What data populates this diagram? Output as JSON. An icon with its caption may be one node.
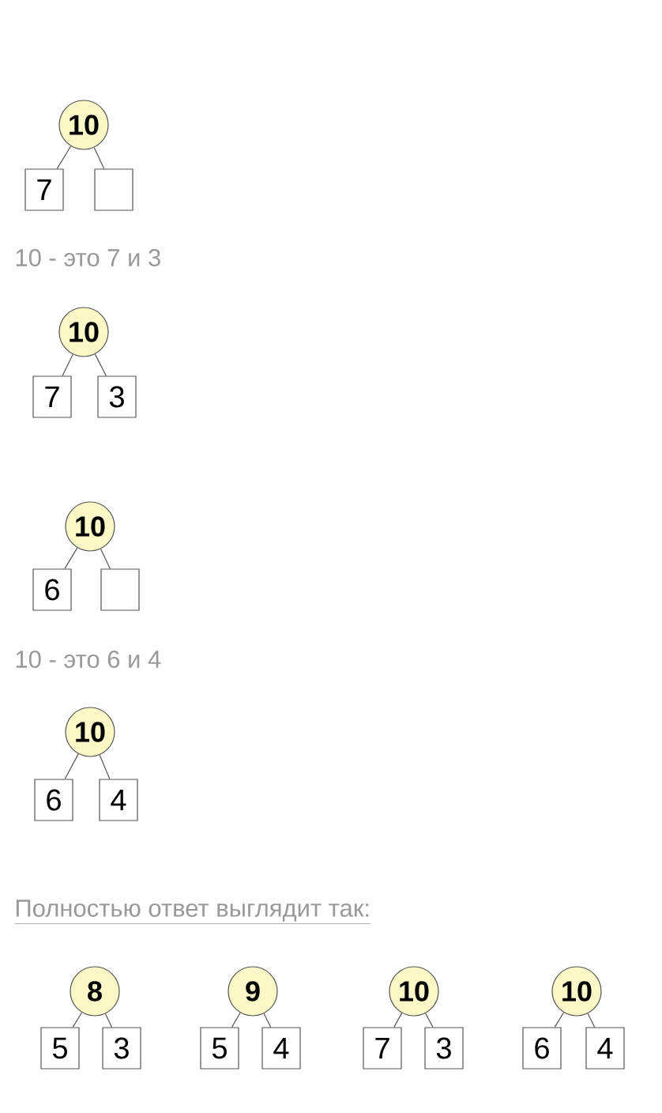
{
  "diagram": {
    "nodes": [
      {
        "text": [
          "10"
        ]
      },
      {
        "text": [
          "7"
        ]
      },
      {
        "text": [],
        "shape": "box"
      },
      {
        "text": [
          "10"
        ]
      },
      {
        "text": [
          "7"
        ]
      },
      {
        "text": [
          "3"
        ]
      },
      {
        "text": [
          "10"
        ]
      },
      {
        "text": [
          "6"
        ]
      },
      {
        "text": [],
        "shape": "box"
      },
      {
        "text": [
          "10"
        ]
      },
      {
        "text": [
          "6"
        ]
      },
      {
        "text": [
          "4"
        ]
      },
      {
        "text": [
          "8"
        ]
      },
      {
        "text": [
          "5"
        ]
      },
      {
        "text": [
          "3"
        ]
      },
      {
        "text": [
          "9"
        ]
      },
      {
        "text": [
          "5"
        ]
      },
      {
        "text": [
          "4"
        ]
      },
      {
        "text": [
          "10"
        ]
      },
      {
        "text": [
          "7"
        ]
      },
      {
        "text": [
          "3"
        ]
      },
      {
        "text": [
          "10"
        ]
      },
      {
        "text": [
          "6"
        ]
      },
      {
        "text": [
          "4"
        ]
      }
    ],
    "edges": [
      {
        "from": 0,
        "to": 1,
        "arrow": "none"
      },
      {
        "from": 0,
        "to": 2,
        "arrow": "none"
      },
      {
        "from": 3,
        "to": 4,
        "arrow": "none"
      },
      {
        "from": 3,
        "to": 5,
        "arrow": "none"
      },
      {
        "from": 6,
        "to": 7,
        "arrow": "none"
      },
      {
        "from": 6,
        "to": 8,
        "arrow": "none"
      },
      {
        "from": 9,
        "to": 10,
        "arrow": "none"
      },
      {
        "from": 9,
        "to": 11,
        "arrow": "none"
      },
      {
        "from": 12,
        "to": 13,
        "arrow": "none"
      },
      {
        "from": 12,
        "to": 14,
        "arrow": "none"
      },
      {
        "from": 15,
        "to": 16,
        "arrow": "none"
      },
      {
        "from": 15,
        "to": 17,
        "arrow": "none"
      },
      {
        "from": 18,
        "to": 19,
        "arrow": "none"
      },
      {
        "from": 18,
        "to": 20,
        "arrow": "none"
      },
      {
        "from": 21,
        "to": 22,
        "arrow": "none"
      },
      {
        "from": 21,
        "to": 23,
        "arrow": "none"
      }
    ],
    "labels": [
      "10 - это 7 и 3",
      "10 - это 6 и 4",
      "Полностью ответ выглядит так:"
    ]
  }
}
